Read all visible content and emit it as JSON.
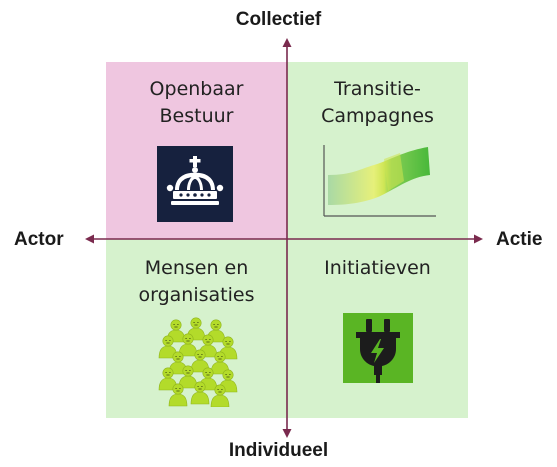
{
  "axes": {
    "top": "Collectief",
    "bottom": "Individueel",
    "left": "Actor",
    "right": "Actie"
  },
  "quadrants": {
    "top_left": {
      "label": "Openbaar\nBestuur",
      "color": "#efc6e0",
      "icon": "crown-icon"
    },
    "top_right": {
      "label": "Transitie-\nCampagnes",
      "color": "#d6f2cd",
      "icon": "s-curve-chart-icon"
    },
    "bottom_left": {
      "label": "Mensen en\norganisaties",
      "color": "#d6f2cd",
      "icon": "people-crowd-icon"
    },
    "bottom_right": {
      "label": "Initiatieven",
      "color": "#d6f2cd",
      "icon": "power-plug-icon"
    }
  },
  "colors": {
    "axis": "#7a2a4e",
    "crown_bg": "#16213e",
    "plug_bg": "#5ab524",
    "people": "#b3db2a"
  }
}
